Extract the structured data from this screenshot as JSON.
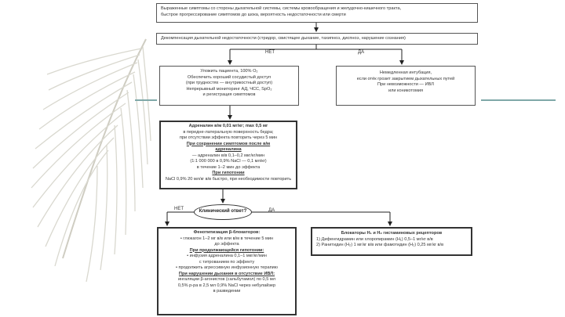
{
  "slide": {
    "accent_color": "#7fa8a8",
    "labels": {
      "no_top": "НЕТ",
      "yes_top": "ДА",
      "no_mid": "НЕТ",
      "yes_mid": "ДА"
    }
  },
  "box1": {
    "lines": [
      "Выраженные симптомы со стороны дыхательной системы, системы кровообращения и желудочно-кишечного тракта,",
      "быстрое прогрессирование симптомов до шока, вероятность недостаточности или смерти"
    ]
  },
  "box2": {
    "text": "Декомпенсация дыхательной недостаточности (стридор, свистящее дыхание, тахипноэ, диспноэ, нарушение сознания)"
  },
  "box3": {
    "lines": [
      "Уложить пациента, 100% O₂",
      "Обеспечить хороший сосудистый доступ",
      "(при трудностях — внутрикостный доступ)",
      "Непрерывный мониторинг АД, ЧСС, SpO₂",
      "и регистрация симптомов"
    ]
  },
  "box4": {
    "lines": [
      "Немедленная интубация,",
      "если отёк грозит закрытием дыхательных путей",
      "При невозможности — ИВЛ",
      "или коникотомия"
    ]
  },
  "box5": {
    "title": "Адреналин в/м 0,01 мг/кг; max 0,5 мг",
    "lines1": [
      "в передне-латеральную поверхность бедра;",
      "при отсутствии эффекта повторить через 5 мин"
    ],
    "heading2": "При сохранении симптомов после в/м",
    "heading2b": "адреналина",
    "lines2": [
      "— адреналин в/в 0,1–0,2 мкг/кг/мин",
      "(1:1 000 000 в 0,9% NaCl — 0,1 мл/кг)",
      "в течение 1–2 мин до эффекта"
    ],
    "heading3": "При гипотонии",
    "lines3": [
      "NaCl 0,9% 20 мл/кг в/в быстро, при необходимости повторить"
    ]
  },
  "decision": {
    "text": "Клинический ответ?"
  },
  "box6": {
    "title": "Фенотипизация β-блокаторов:",
    "lines1": [
      "• глюкагон 1–2 мг в/в или в/м в течение 5 мин",
      "  до эффекта"
    ],
    "heading2": "При продолжающейся гипотонии:",
    "lines2": [
      "• инфузия адреналина 0,1–1 мкг/кг/мин",
      "  с титрованием по эффекту",
      "• продолжить агрессивную инфузионную терапию"
    ],
    "heading3": "При нарушении дыхания в отсутствие ИВЛ:",
    "lines3": [
      "ингаляции β-агонистов (сальбутамол) по 0,5 мл",
      "0,5% р-ра в 2,5 мл 0,9% NaCl через небулайзер",
      "в разведении"
    ]
  },
  "box7": {
    "title": "Блокаторы H₁ и H₂ гистаминовых рецепторов",
    "lines": [
      "1) Дифенгидрамин или хлоропирамин (H₁) 0,5–1 мг/кг в/в",
      "2) Ранитидин (H₂) 1 мг/кг в/в или фамотидин (H₂) 0,25 мг/кг в/в"
    ]
  }
}
